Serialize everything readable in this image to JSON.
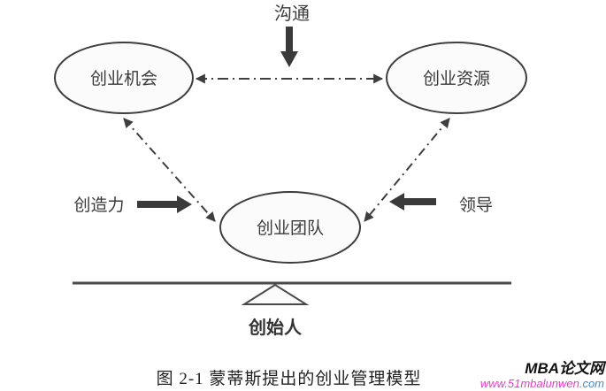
{
  "figure": {
    "top_label": "沟通",
    "nodes": {
      "left": "创业机会",
      "right": "创业资源",
      "center": "创业团队"
    },
    "side_labels": {
      "left": "创造力",
      "right": "领导"
    },
    "fulcrum_label": "创始人",
    "caption": "图 2-1 蒙蒂斯提出的创业管理模型"
  },
  "watermark": {
    "site_name": "MBA论文网",
    "url_main": "www.51mbalunwen",
    "url_suffix": ".com"
  },
  "colors": {
    "stroke": "#3e3e3e",
    "node_fill": "#fbfbfb",
    "text": "#3a3a3a",
    "beam": "#4a4a4a",
    "watermark_site": "#111111",
    "watermark_url_main": "#e73bc8",
    "watermark_url_suffix": "#3e8ed6"
  }
}
